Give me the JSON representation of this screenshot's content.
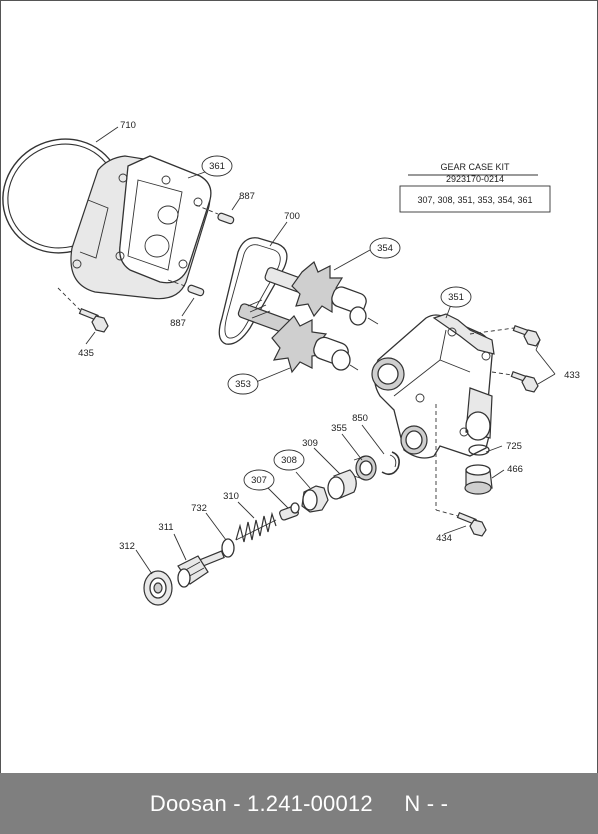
{
  "kit": {
    "title": "GEAR CASE KIT",
    "number": "2923170-0214",
    "contents": "307, 308, 351, 353, 354, 361"
  },
  "callouts": {
    "p710": "710",
    "p361": "361",
    "p887a": "887",
    "p887b": "887",
    "p700": "700",
    "p354": "354",
    "p435": "435",
    "p351": "351",
    "p433": "433",
    "p353": "353",
    "p850": "850",
    "p355": "355",
    "p309": "309",
    "p308": "308",
    "p725": "725",
    "p466": "466",
    "p307": "307",
    "p310": "310",
    "p732": "732",
    "p311": "311",
    "p312": "312",
    "p434": "434"
  },
  "footer": {
    "brand": "Doosan",
    "separator": " - ",
    "part_number": "1.241-00012",
    "suffix": "N - -"
  }
}
